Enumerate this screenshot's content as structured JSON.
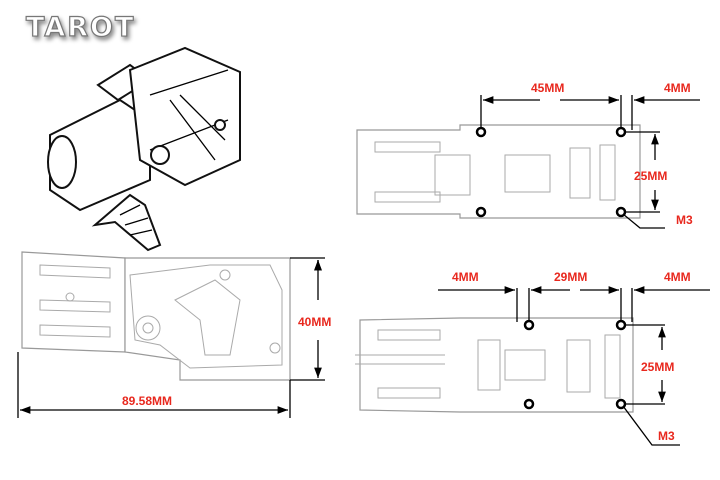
{
  "logo": {
    "text": "TAROT"
  },
  "top_view": {
    "width_label": "45MM",
    "offset_label": "4MM",
    "height_label": "25MM",
    "hole_label": "M3"
  },
  "bottom_view": {
    "offset_left_label": "4MM",
    "width_label": "29MM",
    "offset_right_label": "4MM",
    "height_label": "25MM",
    "hole_label": "M3"
  },
  "side_view": {
    "height_label": "40MM",
    "length_label": "89.58MM"
  },
  "colors": {
    "dimension_text": "#e8281e",
    "outline": "#999999",
    "lines": "#000000"
  }
}
